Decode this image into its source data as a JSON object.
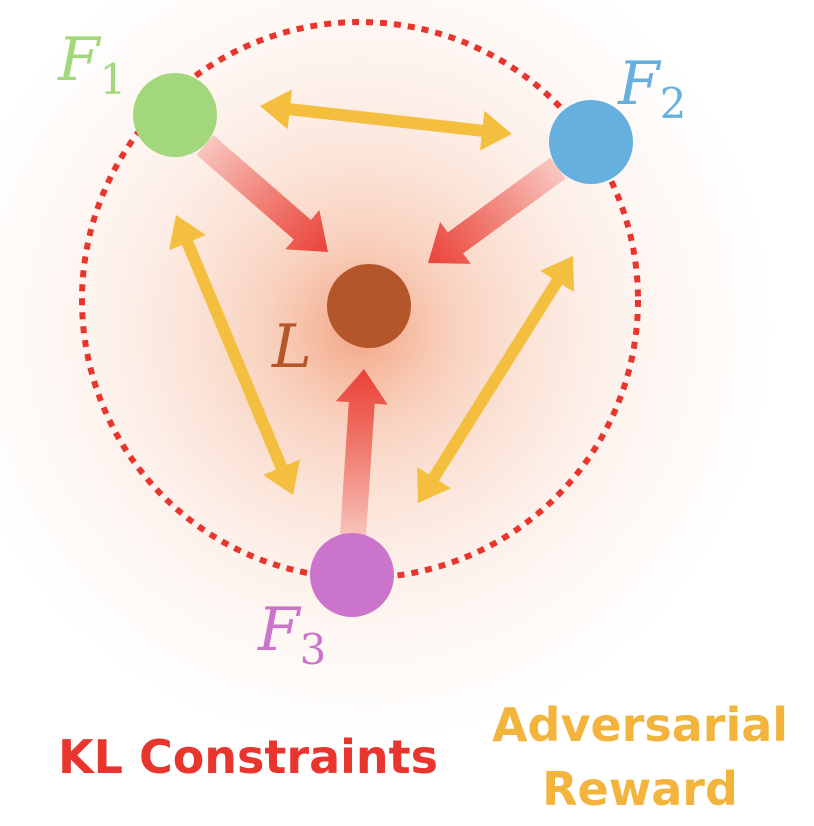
{
  "colors": {
    "f1": "#a2d87b",
    "f2": "#66b0df",
    "f3": "#cb74cb",
    "leader": "#b5562a",
    "kl": "#e8352d",
    "adversarial": "#f4bf3f",
    "adversarial_text": "#f2b43c",
    "glow": "#f2a07d"
  },
  "nodes": {
    "f1": {
      "letter": "F",
      "subscript": "1"
    },
    "f2": {
      "letter": "F",
      "subscript": "2"
    },
    "f3": {
      "letter": "F",
      "subscript": "3"
    },
    "leader": {
      "letter": "L"
    }
  },
  "legend": {
    "kl": "KL Constraints",
    "adversarial_line1": "Adversarial",
    "adversarial_line2": "Reward"
  }
}
